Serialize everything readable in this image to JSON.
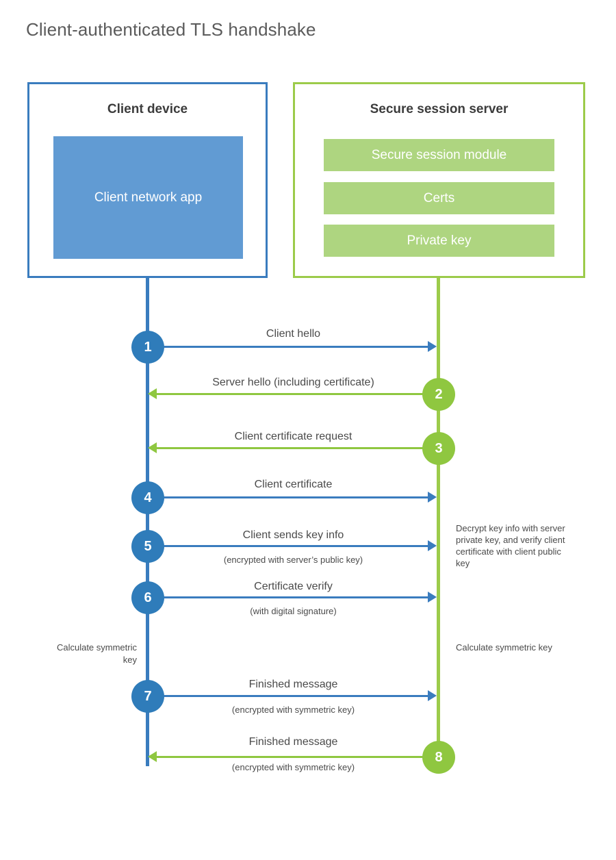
{
  "title": "Client-authenticated TLS handshake",
  "colors": {
    "client_blue": "#3a7cbe",
    "client_circle": "#2f7cba",
    "client_app_fill": "#619bd3",
    "server_green": "#9ccb4a",
    "server_circle": "#8fc740",
    "server_bar_fill": "#aed580",
    "text": "#4a4a4a"
  },
  "actors": {
    "client": {
      "title": "Client device",
      "app_label": "Client network app"
    },
    "server": {
      "title": "Secure session server",
      "bars": [
        "Secure session module",
        "Certs",
        "Private key"
      ]
    }
  },
  "steps": [
    {
      "number": "1",
      "label": "Client hello",
      "sub": "",
      "direction": "client-to-server",
      "side": "client"
    },
    {
      "number": "2",
      "label": "Server hello (including certificate)",
      "sub": "",
      "direction": "server-to-client",
      "side": "server"
    },
    {
      "number": "3",
      "label": "Client certificate request",
      "sub": "",
      "direction": "server-to-client",
      "side": "server"
    },
    {
      "number": "4",
      "label": "Client certificate",
      "sub": "",
      "direction": "client-to-server",
      "side": "client"
    },
    {
      "number": "5",
      "label": "Client sends key info",
      "sub": "(encrypted with server’s public key)",
      "direction": "client-to-server",
      "side": "client"
    },
    {
      "number": "6",
      "label": "Certificate verify",
      "sub": "(with digital signature)",
      "direction": "client-to-server",
      "side": "client"
    },
    {
      "number": "7",
      "label": "Finished message",
      "sub": "(encrypted with symmetric key)",
      "direction": "client-to-server",
      "side": "client"
    },
    {
      "number": "8",
      "label": "Finished message",
      "sub": "(encrypted with symmetric key)",
      "direction": "server-to-client",
      "side": "server"
    }
  ],
  "notes": {
    "decrypt": "Decrypt key info with server private key, and verify client certificate with client public key",
    "calculate_client": "Calculate symmetric key",
    "calculate_server": "Calculate symmetric key"
  }
}
